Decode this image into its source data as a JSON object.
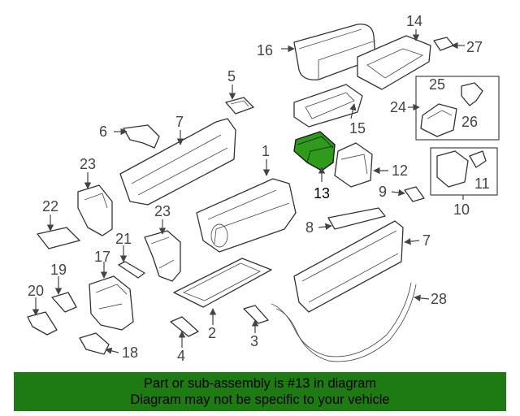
{
  "banner": {
    "line1": "Part or sub-assembly is #13 in diagram",
    "line2": "Diagram may not be specific to your vehicle"
  },
  "highlight_color": "#1e7a12",
  "highlighted_part": "13",
  "callouts": {
    "c1": "1",
    "c2": "2",
    "c3": "3",
    "c4": "4",
    "c5": "5",
    "c6": "6",
    "c7a": "7",
    "c7b": "7",
    "c8": "8",
    "c9": "9",
    "c10": "10",
    "c11": "11",
    "c12": "12",
    "c13": "13",
    "c14": "14",
    "c15": "15",
    "c16": "16",
    "c17": "17",
    "c18": "18",
    "c19": "19",
    "c20": "20",
    "c21": "21",
    "c22": "22",
    "c23a": "23",
    "c23b": "23",
    "c24": "24",
    "c25": "25",
    "c26": "26",
    "c27": "27",
    "c28": "28"
  }
}
